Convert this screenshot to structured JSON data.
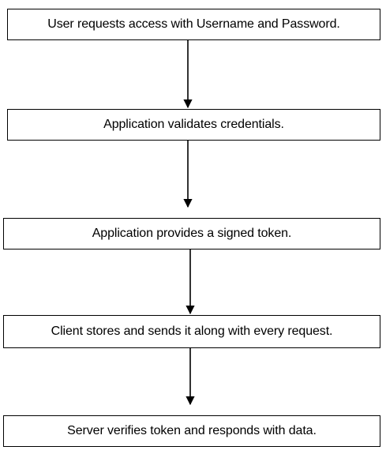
{
  "flowchart": {
    "steps": [
      "User requests access with Username and Password.",
      "Application validates credentials.",
      "Application provides a signed token.",
      "Client stores and sends it along with every request.",
      "Server verifies token and responds with data."
    ]
  }
}
